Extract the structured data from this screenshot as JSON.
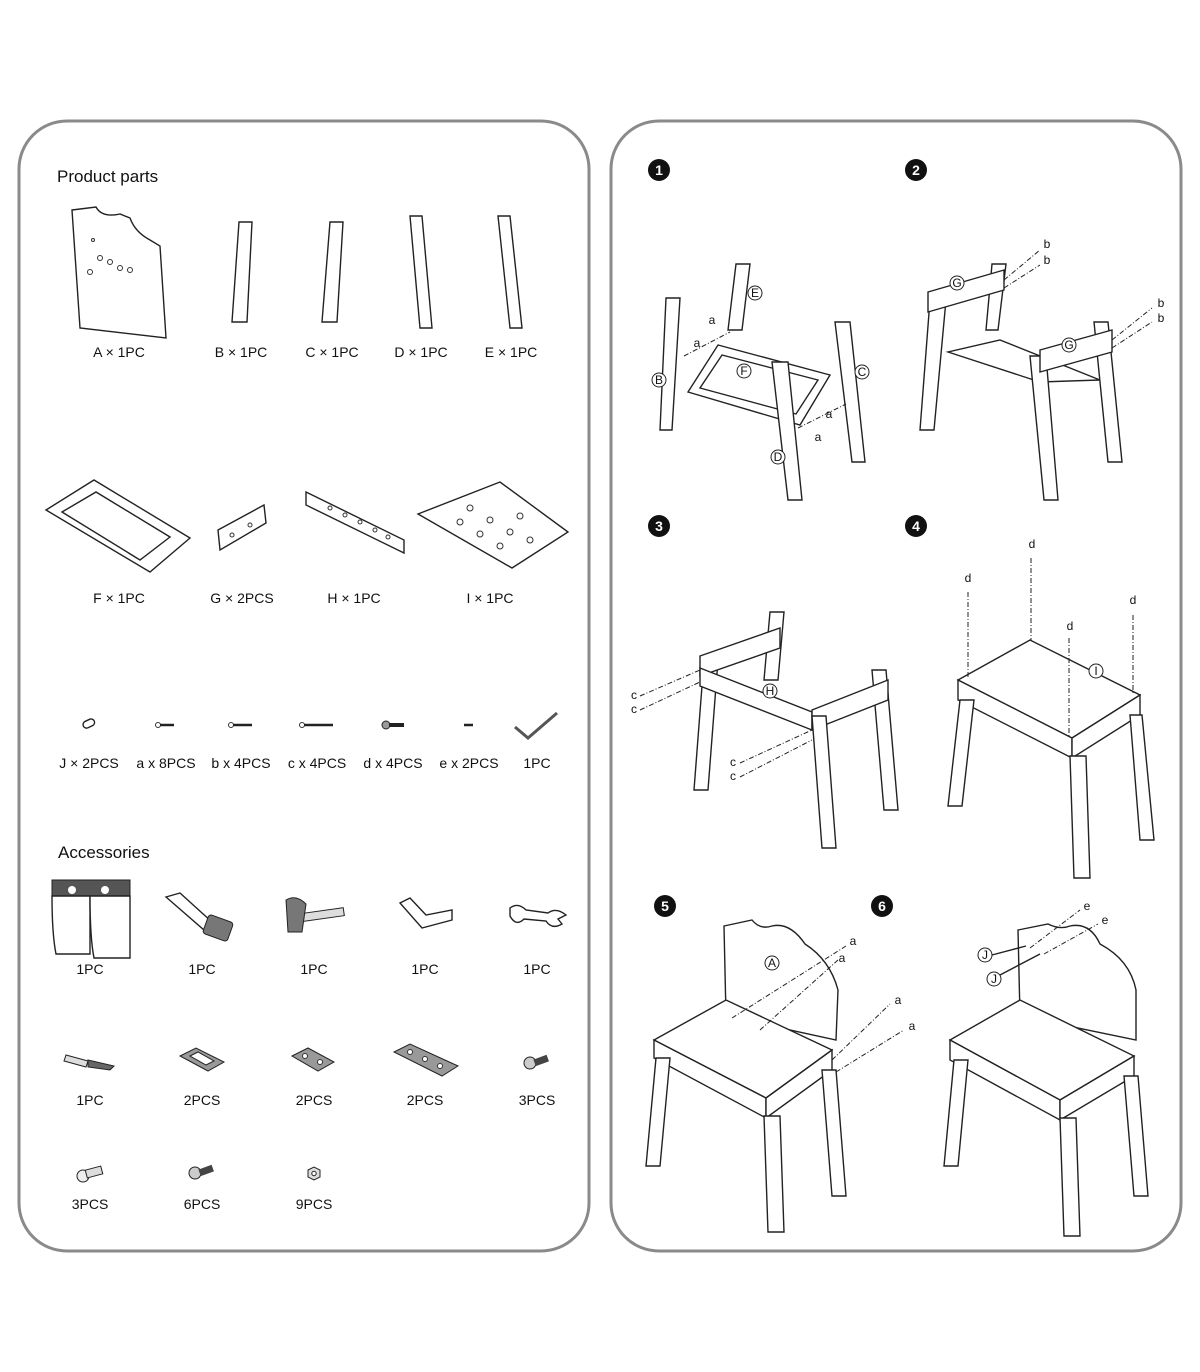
{
  "product_parts": {
    "title": "Product parts",
    "parts": [
      {
        "label": "A × 1PC"
      },
      {
        "label": "B × 1PC"
      },
      {
        "label": "C × 1PC"
      },
      {
        "label": "D × 1PC"
      },
      {
        "label": "E × 1PC"
      },
      {
        "label": "F × 1PC"
      },
      {
        "label": "G × 2PCS"
      },
      {
        "label": "H × 1PC"
      },
      {
        "label": "I × 1PC"
      }
    ],
    "hardware": [
      {
        "label": "J × 2PCS"
      },
      {
        "label": "a x 8PCS"
      },
      {
        "label": "b x 4PCS"
      },
      {
        "label": "c x 4PCS"
      },
      {
        "label": "d x 4PCS"
      },
      {
        "label": "e x 2PCS"
      },
      {
        "label": "1PC"
      }
    ]
  },
  "accessories": {
    "title": "Accessories",
    "items": [
      {
        "label": "1PC"
      },
      {
        "label": "1PC"
      },
      {
        "label": "1PC"
      },
      {
        "label": "1PC"
      },
      {
        "label": "1PC"
      },
      {
        "label": "1PC"
      },
      {
        "label": "2PCS"
      },
      {
        "label": "2PCS"
      },
      {
        "label": "2PCS"
      },
      {
        "label": "3PCS"
      },
      {
        "label": "3PCS"
      },
      {
        "label": "6PCS"
      },
      {
        "label": "9PCS"
      }
    ]
  },
  "steps": [
    {
      "number": "1",
      "callouts": [
        "E",
        "a",
        "a",
        "B",
        "F",
        "C",
        "a",
        "a",
        "D"
      ]
    },
    {
      "number": "2",
      "callouts": [
        "b",
        "b",
        "G",
        "b",
        "b",
        "G"
      ]
    },
    {
      "number": "3",
      "callouts": [
        "c",
        "c",
        "H",
        "c",
        "c"
      ]
    },
    {
      "number": "4",
      "callouts": [
        "d",
        "d",
        "d",
        "d",
        "I"
      ]
    },
    {
      "number": "5",
      "callouts": [
        "A",
        "a",
        "a",
        "a",
        "a"
      ]
    },
    {
      "number": "6",
      "callouts": [
        "e",
        "e",
        "J",
        "J"
      ]
    }
  ],
  "colors": {
    "panel_border": "#8a8a8a",
    "ink": "#222222"
  }
}
